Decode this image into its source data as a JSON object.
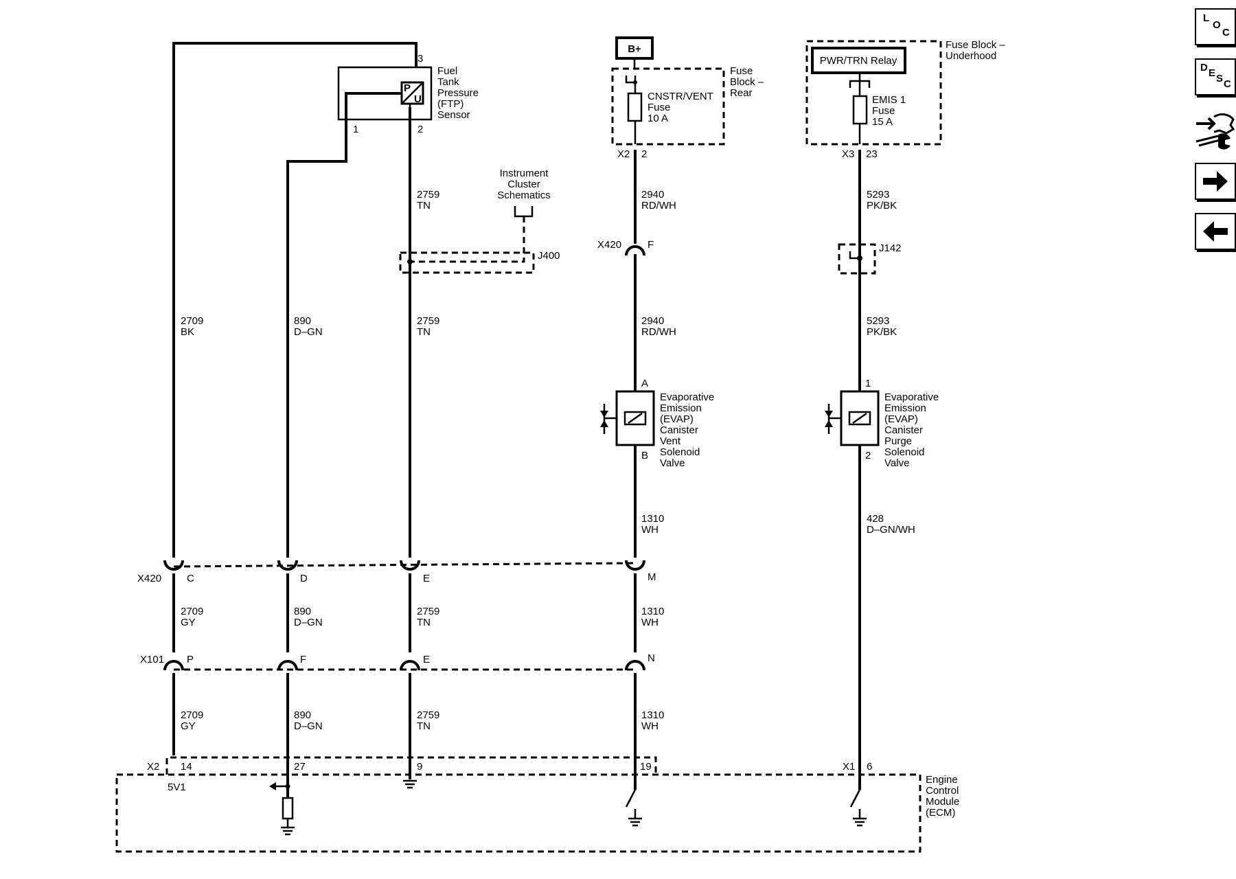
{
  "sensor": {
    "name": [
      "Fuel",
      "Tank",
      "Pressure",
      "(FTP)",
      "Sensor"
    ],
    "pins": {
      "top": "3",
      "left": "1",
      "right": "2"
    },
    "symbol": {
      "p": "P",
      "u": "U"
    }
  },
  "cluster_ref": [
    "Instrument",
    "Cluster",
    "Schematics"
  ],
  "splice_j400": "J400",
  "splice_j142": "J142",
  "b_plus": "B+",
  "fuse_rear": {
    "block": [
      "Fuse",
      "Block –",
      "Rear"
    ],
    "fuse": [
      "CNSTR/VENT",
      "Fuse",
      "10 A"
    ],
    "conn": "X2",
    "pin": "2"
  },
  "fuse_underhood": {
    "relay": "PWR/TRN Relay",
    "block": [
      "Fuse Block –",
      "Underhood"
    ],
    "fuse": [
      "EMIS 1",
      "Fuse",
      "15 A"
    ],
    "conn": "X3",
    "pin": "23"
  },
  "vent_valve": {
    "name": [
      "Evaporative",
      "Emission",
      "(EVAP)",
      "Canister",
      "Vent",
      "Solenoid",
      "Valve"
    ],
    "pin_top": "A",
    "pin_bottom": "B"
  },
  "purge_valve": {
    "name": [
      "Evaporative",
      "Emission",
      "(EVAP)",
      "Canister",
      "Purge",
      "Solenoid",
      "Valve"
    ],
    "pin_top": "1",
    "pin_bottom": "2"
  },
  "wires": {
    "w1_top": [
      "2709",
      "BK"
    ],
    "w1_mid": [
      "2709",
      "GY"
    ],
    "w1_bot": [
      "2709",
      "GY"
    ],
    "w2_top": [
      "890",
      "D–GN"
    ],
    "w2_mid": [
      "890",
      "D–GN"
    ],
    "w2_bot": [
      "890",
      "D–GN"
    ],
    "w3_a": [
      "2759",
      "TN"
    ],
    "w3_b": [
      "2759",
      "TN"
    ],
    "w3_mid": [
      "2759",
      "TN"
    ],
    "w3_bot": [
      "2759",
      "TN"
    ],
    "w4_a": [
      "2940",
      "RD/WH"
    ],
    "w4_b": [
      "2940",
      "RD/WH"
    ],
    "w4_c": [
      "1310",
      "WH"
    ],
    "w4_mid": [
      "1310",
      "WH"
    ],
    "w4_bot": [
      "1310",
      "WH"
    ],
    "w5_a": [
      "5293",
      "PK/BK"
    ],
    "w5_b": [
      "5293",
      "PK/BK"
    ],
    "w5_c": [
      "428",
      "D–GN/WH"
    ]
  },
  "x420_top": {
    "name": "X420",
    "pin": "F"
  },
  "x420": {
    "name": "X420",
    "pins": [
      "C",
      "D",
      "E",
      "M"
    ]
  },
  "x101": {
    "name": "X101",
    "pins": [
      "P",
      "F",
      "E",
      "N"
    ]
  },
  "ecm": {
    "x2": "X2",
    "x2_pins": [
      "14",
      "27",
      "9",
      "19"
    ],
    "x1": "X1",
    "x1_pin": "6",
    "ref_5v": "5V1",
    "name": [
      "Engine",
      "Control",
      "Module",
      "(ECM)"
    ]
  },
  "nav": {
    "loc": [
      "L",
      "O",
      "C"
    ],
    "desc": [
      "D",
      "E",
      "S",
      "C"
    ]
  }
}
